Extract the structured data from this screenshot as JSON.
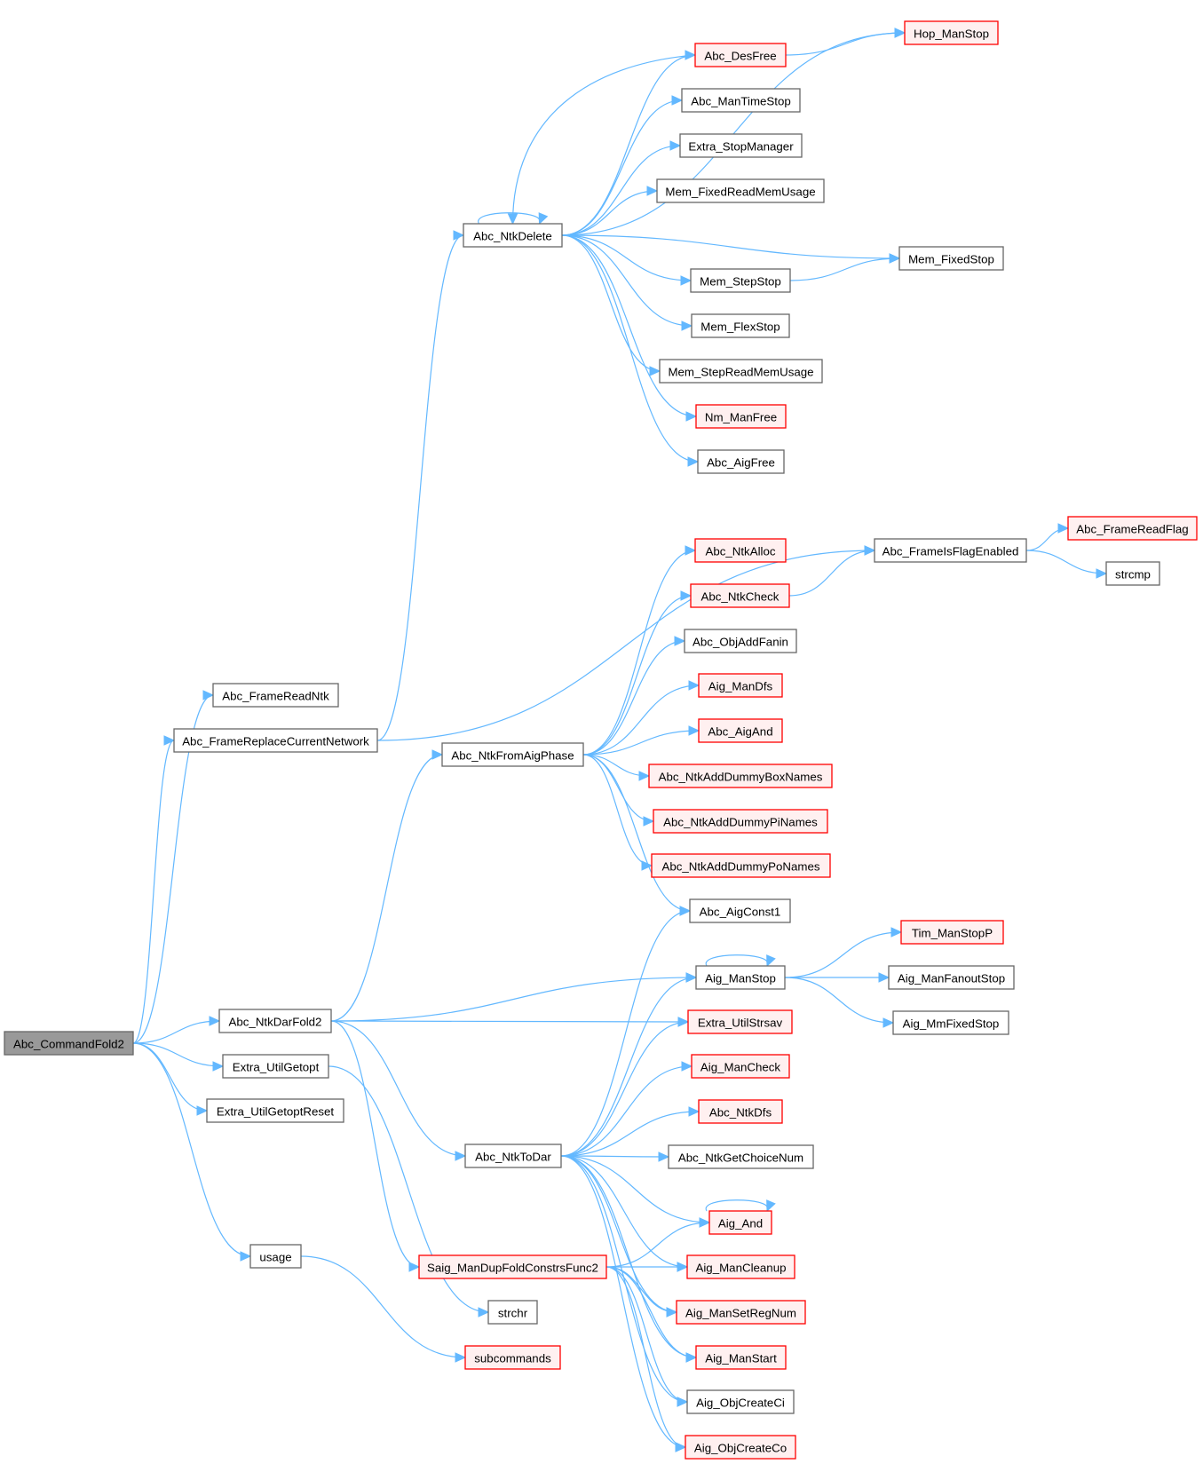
{
  "diagram": {
    "type": "call-graph",
    "root": "Abc_CommandFold2",
    "colors": {
      "edge": "#63b8ff",
      "root_fill": "#999999",
      "plain_border": "#666666",
      "truncated_border": "#ff0000",
      "truncated_fill": "#fff0f0"
    },
    "nodes": [
      {
        "id": "Abc_CommandFold2",
        "label": "Abc_CommandFold2",
        "style": "root"
      },
      {
        "id": "Abc_FrameReadNtk",
        "label": "Abc_FrameReadNtk",
        "style": "plain"
      },
      {
        "id": "Abc_FrameReplaceCurrentNetwork",
        "label": "Abc_FrameReplaceCurrentNetwork",
        "style": "plain"
      },
      {
        "id": "Abc_NtkDarFold2",
        "label": "Abc_NtkDarFold2",
        "style": "plain"
      },
      {
        "id": "Extra_UtilGetopt",
        "label": "Extra_UtilGetopt",
        "style": "plain"
      },
      {
        "id": "Extra_UtilGetoptReset",
        "label": "Extra_UtilGetoptReset",
        "style": "plain"
      },
      {
        "id": "usage",
        "label": "usage",
        "style": "plain"
      },
      {
        "id": "Abc_NtkDelete",
        "label": "Abc_NtkDelete",
        "style": "plain"
      },
      {
        "id": "Abc_NtkFromAigPhase",
        "label": "Abc_NtkFromAigPhase",
        "style": "plain"
      },
      {
        "id": "Abc_NtkToDar",
        "label": "Abc_NtkToDar",
        "style": "plain"
      },
      {
        "id": "Saig_ManDupFoldConstrsFunc2",
        "label": "Saig_ManDupFoldConstrsFunc2",
        "style": "truncated"
      },
      {
        "id": "strchr",
        "label": "strchr",
        "style": "plain"
      },
      {
        "id": "subcommands",
        "label": "subcommands",
        "style": "truncated"
      },
      {
        "id": "Abc_DesFree",
        "label": "Abc_DesFree",
        "style": "truncated"
      },
      {
        "id": "Abc_ManTimeStop",
        "label": "Abc_ManTimeStop",
        "style": "plain"
      },
      {
        "id": "Extra_StopManager",
        "label": "Extra_StopManager",
        "style": "plain"
      },
      {
        "id": "Mem_FixedReadMemUsage",
        "label": "Mem_FixedReadMemUsage",
        "style": "plain"
      },
      {
        "id": "Mem_StepStop",
        "label": "Mem_StepStop",
        "style": "plain"
      },
      {
        "id": "Mem_FlexStop",
        "label": "Mem_FlexStop",
        "style": "plain"
      },
      {
        "id": "Mem_StepReadMemUsage",
        "label": "Mem_StepReadMemUsage",
        "style": "plain"
      },
      {
        "id": "Nm_ManFree",
        "label": "Nm_ManFree",
        "style": "truncated"
      },
      {
        "id": "Abc_AigFree",
        "label": "Abc_AigFree",
        "style": "plain"
      },
      {
        "id": "Hop_ManStop",
        "label": "Hop_ManStop",
        "style": "truncated"
      },
      {
        "id": "Mem_FixedStop",
        "label": "Mem_FixedStop",
        "style": "plain"
      },
      {
        "id": "Abc_NtkAlloc",
        "label": "Abc_NtkAlloc",
        "style": "truncated"
      },
      {
        "id": "Abc_NtkCheck",
        "label": "Abc_NtkCheck",
        "style": "truncated"
      },
      {
        "id": "Abc_ObjAddFanin",
        "label": "Abc_ObjAddFanin",
        "style": "plain"
      },
      {
        "id": "Aig_ManDfs",
        "label": "Aig_ManDfs",
        "style": "truncated"
      },
      {
        "id": "Abc_AigAnd",
        "label": "Abc_AigAnd",
        "style": "truncated"
      },
      {
        "id": "Abc_NtkAddDummyBoxNames",
        "label": "Abc_NtkAddDummyBoxNames",
        "style": "truncated"
      },
      {
        "id": "Abc_NtkAddDummyPiNames",
        "label": "Abc_NtkAddDummyPiNames",
        "style": "truncated"
      },
      {
        "id": "Abc_NtkAddDummyPoNames",
        "label": "Abc_NtkAddDummyPoNames",
        "style": "truncated"
      },
      {
        "id": "Abc_AigConst1",
        "label": "Abc_AigConst1",
        "style": "plain"
      },
      {
        "id": "Abc_FrameIsFlagEnabled",
        "label": "Abc_FrameIsFlagEnabled",
        "style": "plain"
      },
      {
        "id": "Abc_FrameReadFlag",
        "label": "Abc_FrameReadFlag",
        "style": "truncated"
      },
      {
        "id": "strcmp",
        "label": "strcmp",
        "style": "plain"
      },
      {
        "id": "Aig_ManStop",
        "label": "Aig_ManStop",
        "style": "plain"
      },
      {
        "id": "Extra_UtilStrsav",
        "label": "Extra_UtilStrsav",
        "style": "truncated"
      },
      {
        "id": "Aig_ManCheck",
        "label": "Aig_ManCheck",
        "style": "truncated"
      },
      {
        "id": "Abc_NtkDfs",
        "label": "Abc_NtkDfs",
        "style": "truncated"
      },
      {
        "id": "Abc_NtkGetChoiceNum",
        "label": "Abc_NtkGetChoiceNum",
        "style": "plain"
      },
      {
        "id": "Aig_And",
        "label": "Aig_And",
        "style": "truncated"
      },
      {
        "id": "Aig_ManCleanup",
        "label": "Aig_ManCleanup",
        "style": "truncated"
      },
      {
        "id": "Aig_ManSetRegNum",
        "label": "Aig_ManSetRegNum",
        "style": "truncated"
      },
      {
        "id": "Aig_ManStart",
        "label": "Aig_ManStart",
        "style": "truncated"
      },
      {
        "id": "Aig_ObjCreateCi",
        "label": "Aig_ObjCreateCi",
        "style": "plain"
      },
      {
        "id": "Aig_ObjCreateCo",
        "label": "Aig_ObjCreateCo",
        "style": "truncated"
      },
      {
        "id": "Tim_ManStopP",
        "label": "Tim_ManStopP",
        "style": "truncated"
      },
      {
        "id": "Aig_ManFanoutStop",
        "label": "Aig_ManFanoutStop",
        "style": "plain"
      },
      {
        "id": "Aig_MmFixedStop",
        "label": "Aig_MmFixedStop",
        "style": "plain"
      }
    ],
    "edges": [
      [
        "Abc_CommandFold2",
        "Abc_FrameReadNtk"
      ],
      [
        "Abc_CommandFold2",
        "Abc_FrameReplaceCurrentNetwork"
      ],
      [
        "Abc_CommandFold2",
        "Abc_NtkDarFold2"
      ],
      [
        "Abc_CommandFold2",
        "Extra_UtilGetopt"
      ],
      [
        "Abc_CommandFold2",
        "Extra_UtilGetoptReset"
      ],
      [
        "Abc_CommandFold2",
        "usage"
      ],
      [
        "Abc_FrameReplaceCurrentNetwork",
        "Abc_NtkDelete"
      ],
      [
        "Abc_FrameReplaceCurrentNetwork",
        "Abc_FrameIsFlagEnabled"
      ],
      [
        "Abc_NtkDelete",
        "Abc_NtkDelete"
      ],
      [
        "Abc_NtkDelete",
        "Hop_ManStop"
      ],
      [
        "Abc_NtkDelete",
        "Abc_DesFree"
      ],
      [
        "Abc_NtkDelete",
        "Abc_ManTimeStop"
      ],
      [
        "Abc_NtkDelete",
        "Extra_StopManager"
      ],
      [
        "Abc_NtkDelete",
        "Mem_FixedReadMemUsage"
      ],
      [
        "Abc_NtkDelete",
        "Mem_FixedStop"
      ],
      [
        "Abc_NtkDelete",
        "Mem_StepStop"
      ],
      [
        "Abc_NtkDelete",
        "Mem_FlexStop"
      ],
      [
        "Abc_NtkDelete",
        "Mem_StepReadMemUsage"
      ],
      [
        "Abc_NtkDelete",
        "Nm_ManFree"
      ],
      [
        "Abc_NtkDelete",
        "Abc_AigFree"
      ],
      [
        "Abc_DesFree",
        "Abc_NtkDelete"
      ],
      [
        "Abc_DesFree",
        "Hop_ManStop"
      ],
      [
        "Mem_StepStop",
        "Mem_FixedStop"
      ],
      [
        "Abc_NtkDarFold2",
        "Abc_NtkFromAigPhase"
      ],
      [
        "Abc_NtkDarFold2",
        "Aig_ManStop"
      ],
      [
        "Abc_NtkDarFold2",
        "Extra_UtilStrsav"
      ],
      [
        "Abc_NtkDarFold2",
        "Abc_NtkToDar"
      ],
      [
        "Abc_NtkDarFold2",
        "Saig_ManDupFoldConstrsFunc2"
      ],
      [
        "Abc_NtkFromAigPhase",
        "Abc_NtkAlloc"
      ],
      [
        "Abc_NtkFromAigPhase",
        "Abc_NtkCheck"
      ],
      [
        "Abc_NtkFromAigPhase",
        "Abc_ObjAddFanin"
      ],
      [
        "Abc_NtkFromAigPhase",
        "Aig_ManDfs"
      ],
      [
        "Abc_NtkFromAigPhase",
        "Abc_AigAnd"
      ],
      [
        "Abc_NtkFromAigPhase",
        "Abc_NtkAddDummyBoxNames"
      ],
      [
        "Abc_NtkFromAigPhase",
        "Abc_NtkAddDummyPiNames"
      ],
      [
        "Abc_NtkFromAigPhase",
        "Abc_NtkAddDummyPoNames"
      ],
      [
        "Abc_NtkFromAigPhase",
        "Abc_AigConst1"
      ],
      [
        "Abc_NtkCheck",
        "Abc_FrameIsFlagEnabled"
      ],
      [
        "Abc_FrameIsFlagEnabled",
        "Abc_FrameReadFlag"
      ],
      [
        "Abc_FrameIsFlagEnabled",
        "strcmp"
      ],
      [
        "Abc_NtkToDar",
        "Abc_AigConst1"
      ],
      [
        "Abc_NtkToDar",
        "Aig_ManStop"
      ],
      [
        "Abc_NtkToDar",
        "Extra_UtilStrsav"
      ],
      [
        "Abc_NtkToDar",
        "Aig_ManCheck"
      ],
      [
        "Abc_NtkToDar",
        "Abc_NtkDfs"
      ],
      [
        "Abc_NtkToDar",
        "Abc_NtkGetChoiceNum"
      ],
      [
        "Abc_NtkToDar",
        "Aig_And"
      ],
      [
        "Abc_NtkToDar",
        "Aig_ManCleanup"
      ],
      [
        "Abc_NtkToDar",
        "Aig_ManSetRegNum"
      ],
      [
        "Abc_NtkToDar",
        "Aig_ManStart"
      ],
      [
        "Abc_NtkToDar",
        "Aig_ObjCreateCi"
      ],
      [
        "Abc_NtkToDar",
        "Aig_ObjCreateCo"
      ],
      [
        "Aig_ManStop",
        "Aig_ManStop"
      ],
      [
        "Aig_ManStop",
        "Tim_ManStopP"
      ],
      [
        "Aig_ManStop",
        "Aig_ManFanoutStop"
      ],
      [
        "Aig_ManStop",
        "Aig_MmFixedStop"
      ],
      [
        "Aig_And",
        "Aig_And"
      ],
      [
        "Saig_ManDupFoldConstrsFunc2",
        "Aig_And"
      ],
      [
        "Saig_ManDupFoldConstrsFunc2",
        "Aig_ManCleanup"
      ],
      [
        "Saig_ManDupFoldConstrsFunc2",
        "Aig_ManSetRegNum"
      ],
      [
        "Saig_ManDupFoldConstrsFunc2",
        "Aig_ManStart"
      ],
      [
        "Saig_ManDupFoldConstrsFunc2",
        "Aig_ObjCreateCi"
      ],
      [
        "Saig_ManDupFoldConstrsFunc2",
        "Aig_ObjCreateCo"
      ],
      [
        "Extra_UtilGetopt",
        "strchr"
      ],
      [
        "usage",
        "subcommands"
      ]
    ]
  }
}
